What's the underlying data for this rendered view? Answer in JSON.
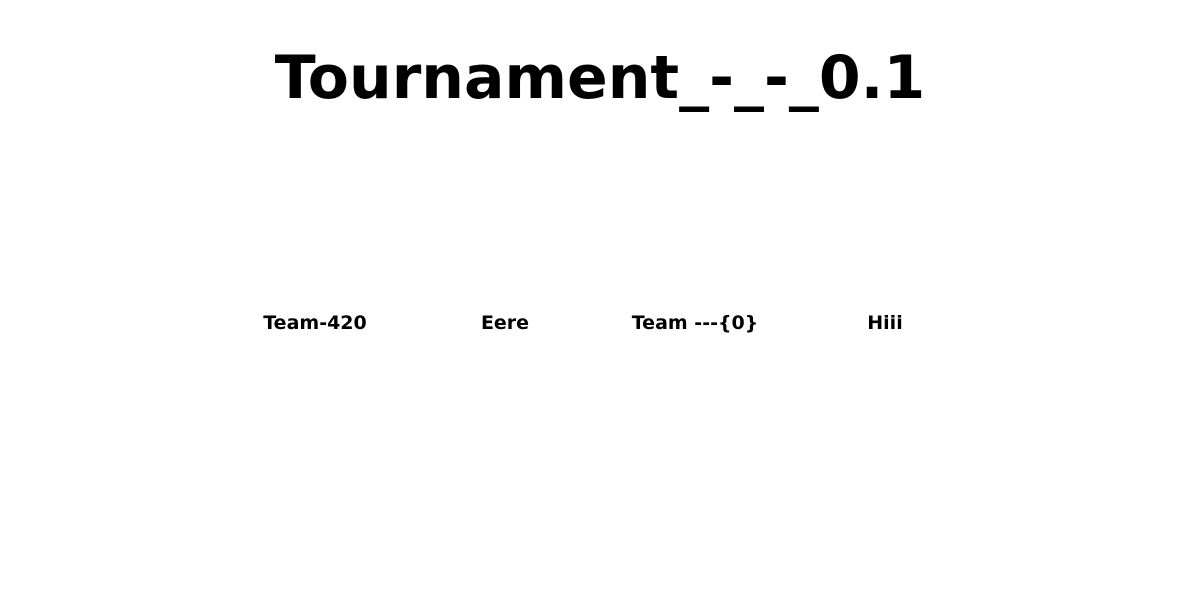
{
  "page": {
    "title": "Tournament_-_-_0.1"
  },
  "teams": [
    {
      "name": "Team-420"
    },
    {
      "name": "Eere"
    },
    {
      "name": "Team ---{0}"
    },
    {
      "name": "Hiii"
    }
  ],
  "colors": {
    "background": "#ffffff",
    "text": "#000000"
  }
}
